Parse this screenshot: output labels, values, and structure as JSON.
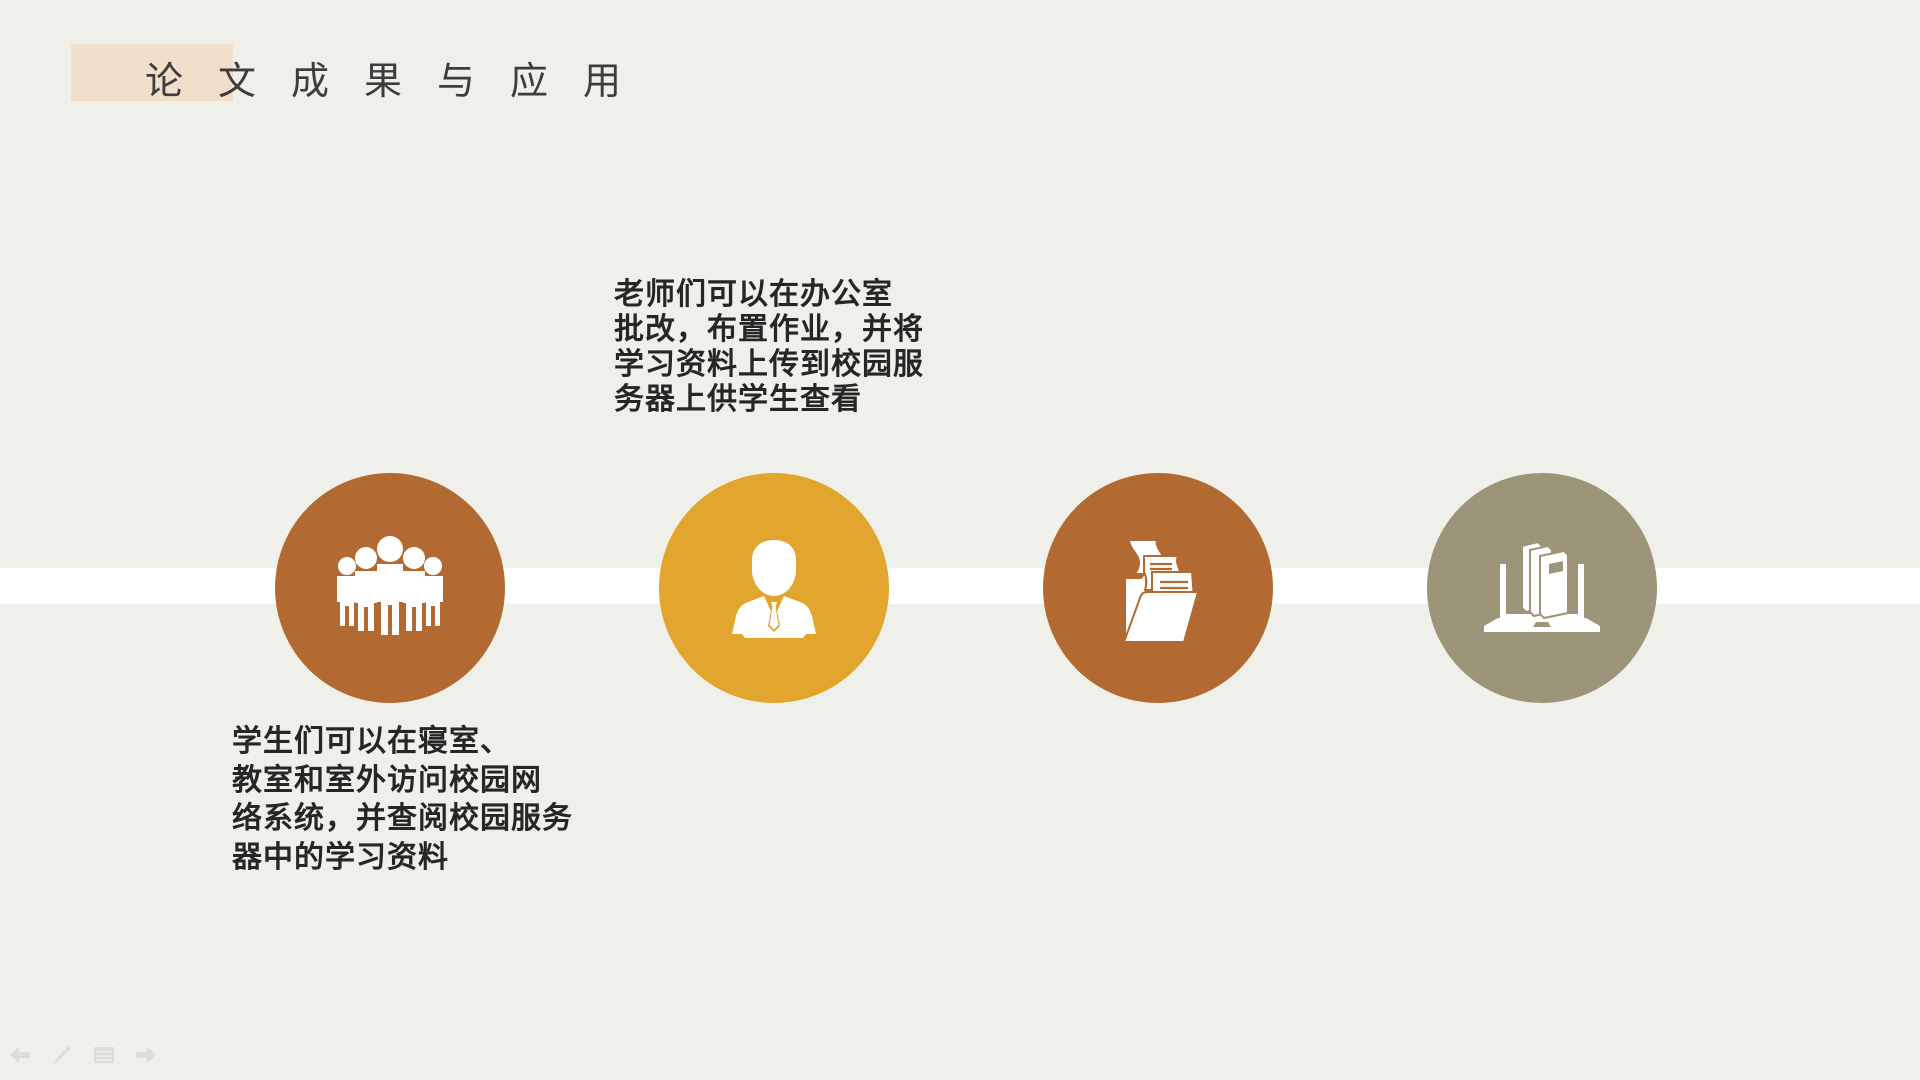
{
  "slide": {
    "title": "论文成果与应用",
    "colors": {
      "background": "#F0F0EA",
      "title_accent": "#F0DFCB",
      "timeline_band": "#FFFFFF",
      "text": "#262626",
      "title_text": "#3D3D3D"
    }
  },
  "timeline": {
    "nodes": [
      {
        "icon": "people-group-icon",
        "color": "#B36A32"
      },
      {
        "icon": "businessman-icon",
        "color": "#E2A52D"
      },
      {
        "icon": "folder-documents-icon",
        "color": "#B36A32"
      },
      {
        "icon": "laptop-books-icon",
        "color": "#9C957A"
      }
    ]
  },
  "captions": {
    "teacher": {
      "lines": [
        "老师们可以在办公室",
        "批改，布置作业，并将",
        "学习资料上传到校园服",
        "务器上供学生查看"
      ]
    },
    "student": {
      "lines": [
        "学生们可以在寝室、",
        "教室和室外访问校园网",
        "络系统，并查阅校园服务",
        "器中的学习资料"
      ]
    }
  },
  "slideshow_nav": {
    "buttons": [
      {
        "icon": "previous-arrow-icon"
      },
      {
        "icon": "pen-icon"
      },
      {
        "icon": "menu-icon"
      },
      {
        "icon": "next-arrow-icon"
      }
    ]
  }
}
